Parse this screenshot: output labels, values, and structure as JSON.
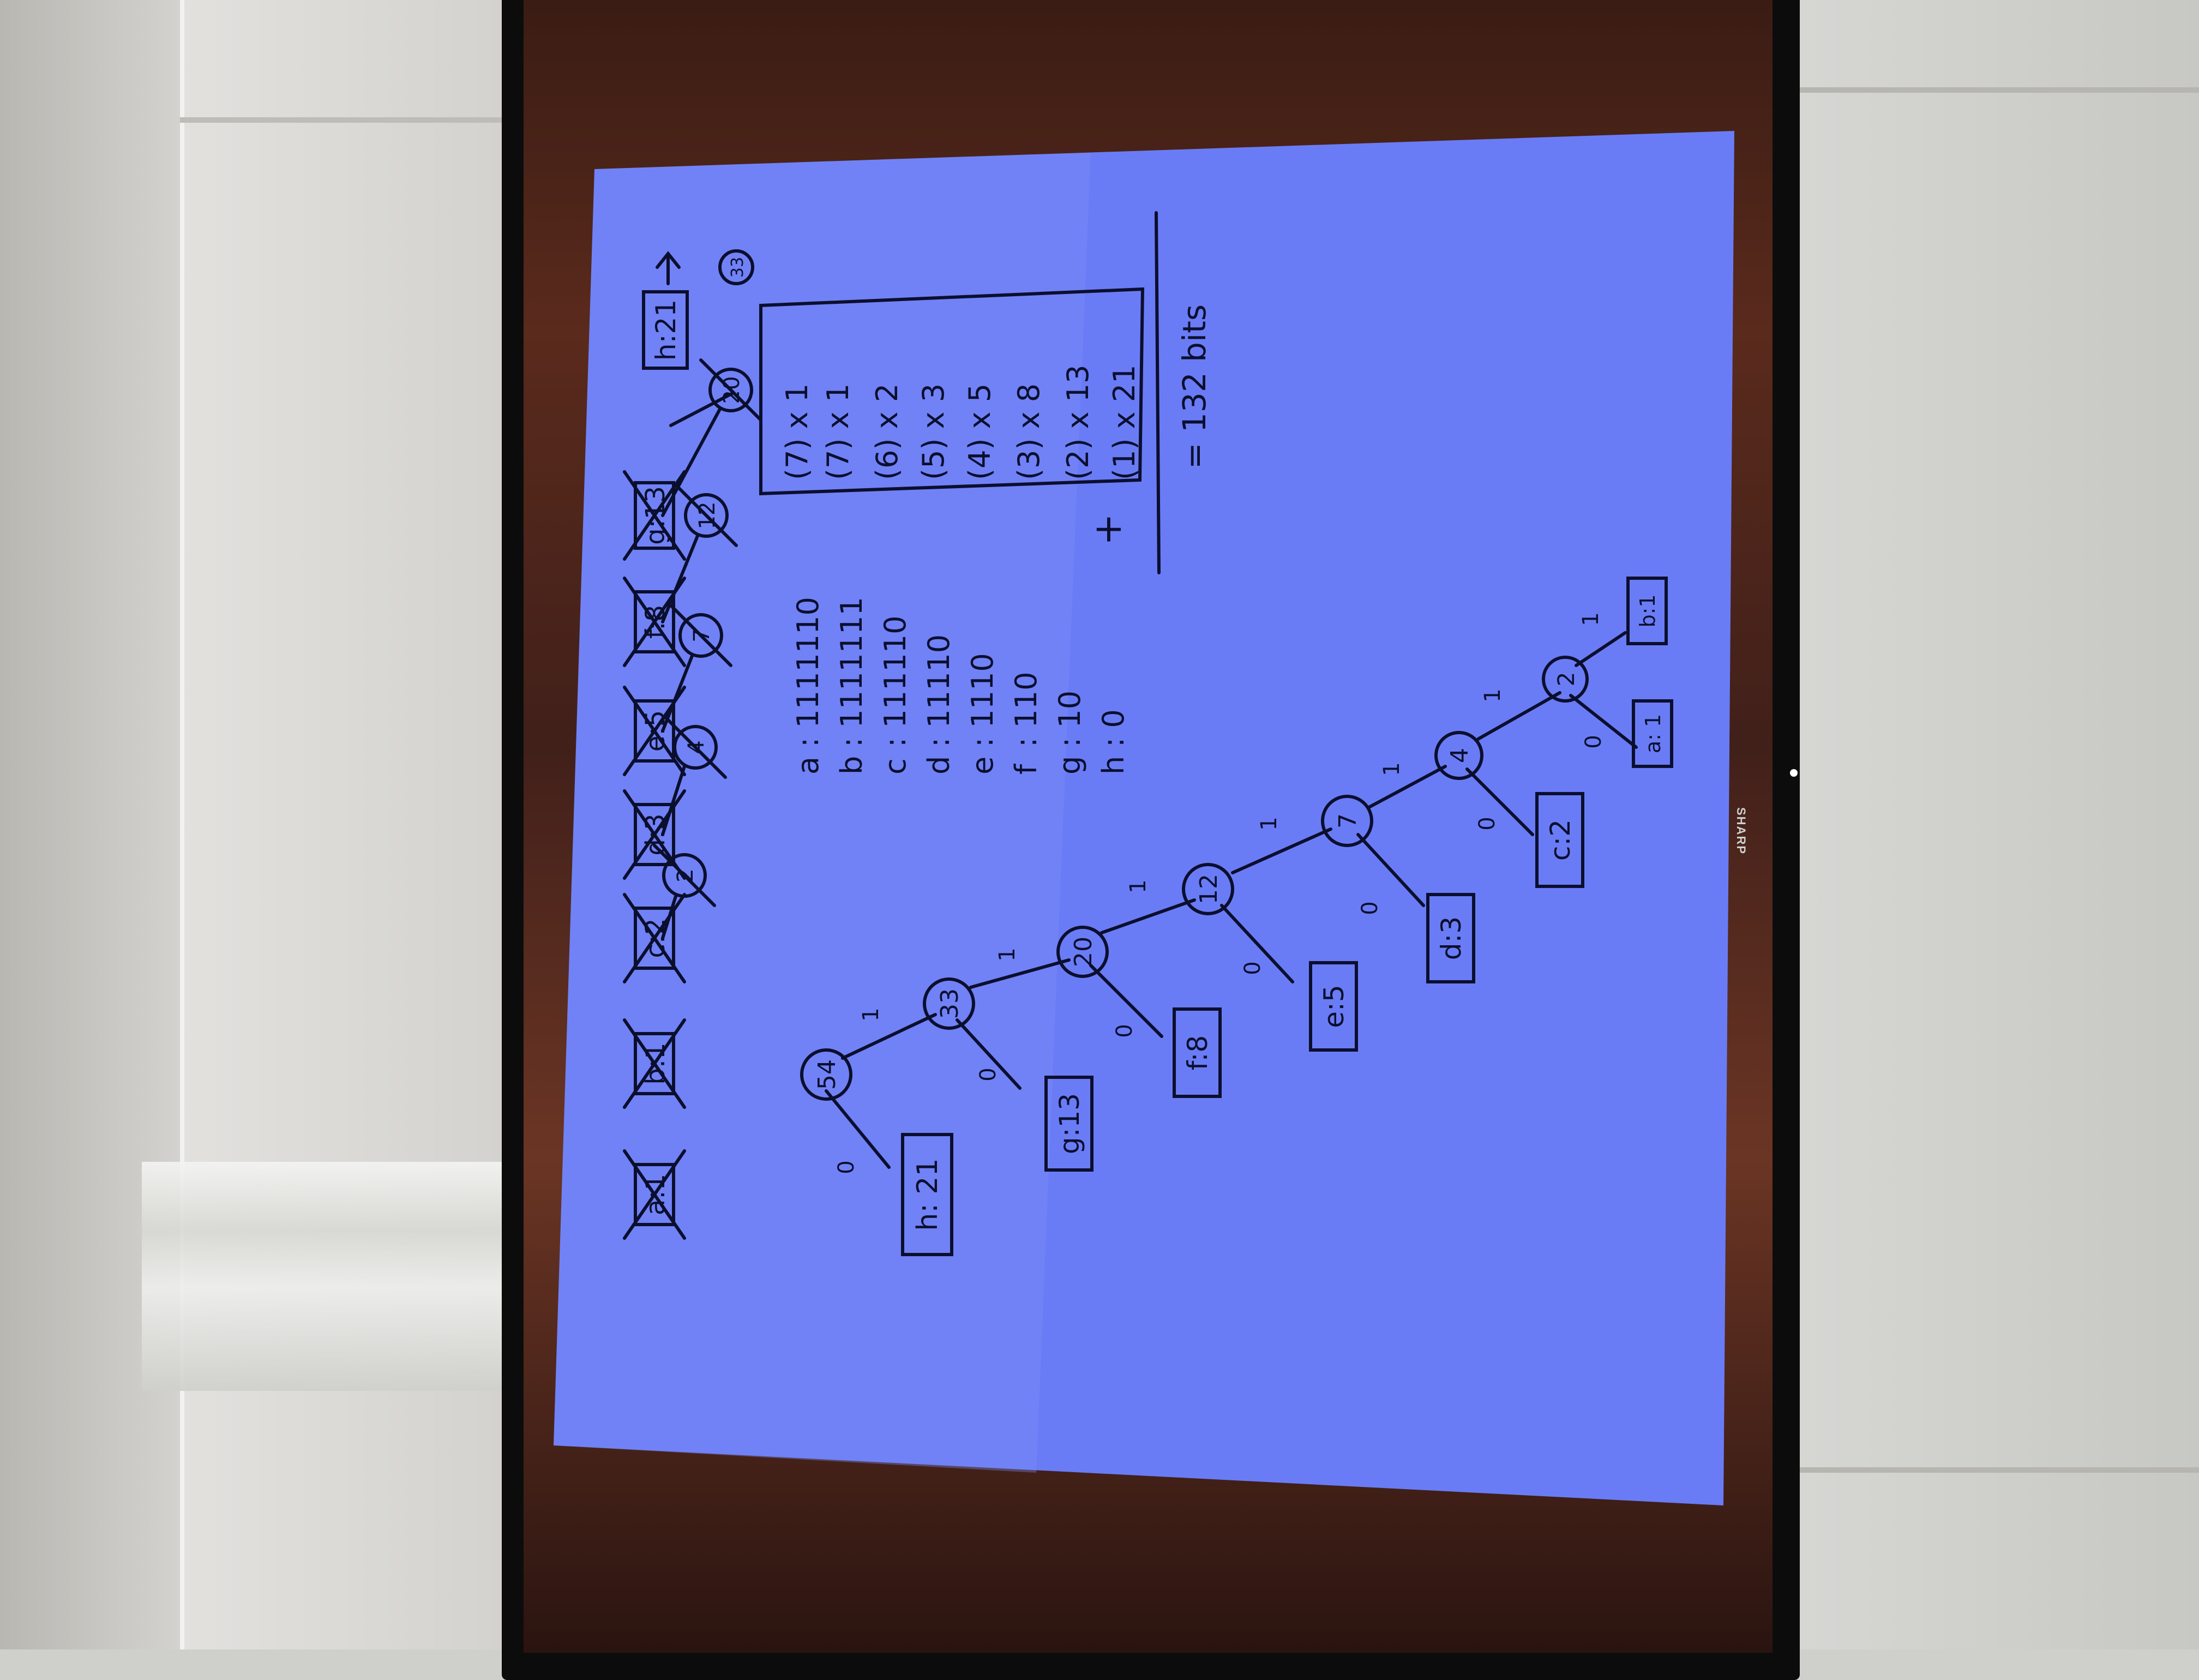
{
  "tv_brand": "SHARP",
  "colors": {
    "slide_bg": "#6a7cf5",
    "ink": "#0b0f2e",
    "wood": "#4a2418",
    "wall": "#d4d3cf"
  },
  "queue": {
    "items": [
      "a:1",
      "b:1",
      "c:2",
      "d:3",
      "e:5",
      "f:8",
      "g:13",
      "h:21"
    ],
    "merge_circles": [
      "2",
      "4",
      "7",
      "12",
      "20",
      "33"
    ],
    "top_circle": "33"
  },
  "tree": {
    "internal_nodes": [
      "54",
      "33",
      "20",
      "12",
      "7",
      "4",
      "2"
    ],
    "leaves": [
      "h: 21",
      "g:13",
      "f:8",
      "e:5",
      "d:3",
      "c:2",
      "a: 1",
      "b:1"
    ],
    "edge_labels_zero": [
      "0",
      "0",
      "0",
      "0",
      "0",
      "0",
      "0"
    ],
    "edge_labels_one": [
      "1",
      "1",
      "1",
      "1",
      "1",
      "1",
      "1"
    ]
  },
  "codes": [
    {
      "sym": "a",
      "code": ": 1111110"
    },
    {
      "sym": "b",
      "code": ": 1111111"
    },
    {
      "sym": "c",
      "code": ": 111110"
    },
    {
      "sym": "d",
      "code": ": 11110"
    },
    {
      "sym": "e",
      "code": ": 1110"
    },
    {
      "sym": "f",
      "code": ": 110"
    },
    {
      "sym": "g",
      "code": ": 10"
    },
    {
      "sym": "h",
      "code": ": 0"
    }
  ],
  "products": [
    "(7) x 1",
    "(7) x 1",
    "(6) x 2",
    "(5) x 3",
    "(4) x 5",
    "(3) x 8",
    "(2) x 13",
    "(1) x 21"
  ],
  "sum": {
    "plus": "+",
    "total": "= 132 bits"
  }
}
